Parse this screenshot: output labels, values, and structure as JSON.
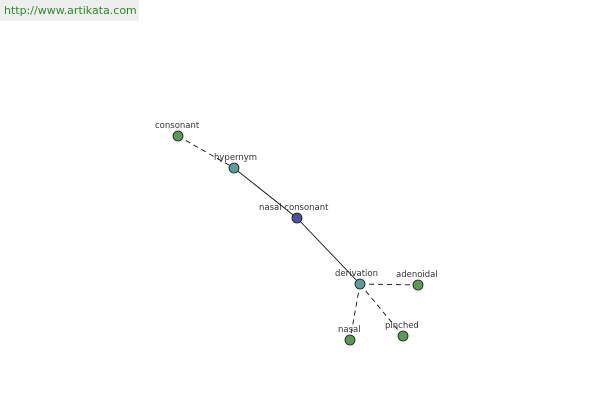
{
  "watermark": {
    "url_text": "http://www.artikata.com"
  },
  "colors": {
    "leaf": "#5b9a55",
    "relation": "#5b9c98",
    "center": "#4a529c",
    "outline": "#1a1a1a",
    "edge": "#111111"
  },
  "nodes": {
    "consonant": "consonant",
    "hypernym": "hypernym",
    "center": "nasal consonant",
    "derivation": "derivation",
    "adenoidal": "adenoidal",
    "nasal": "nasal",
    "pinched": "pinched"
  }
}
